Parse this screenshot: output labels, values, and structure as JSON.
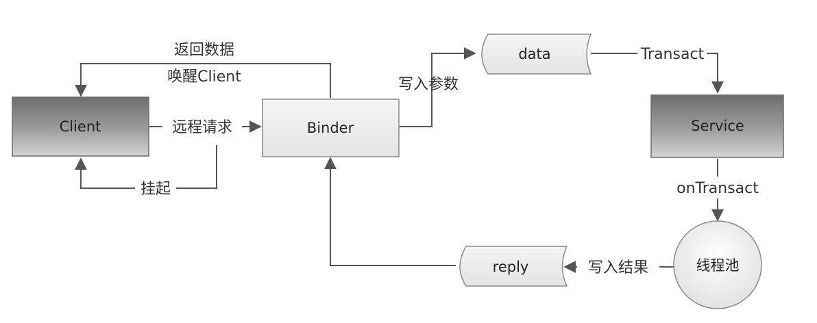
{
  "nodes": {
    "client": "Client",
    "binder": "Binder",
    "data": "data",
    "service": "Service",
    "reply": "reply",
    "thread_pool": "线程池"
  },
  "edges": {
    "return_data": "返回数据",
    "wake_client": "唤醒Client",
    "remote_request": "远程请求",
    "suspend": "挂起",
    "write_params": "写入参数",
    "transact": "Transact",
    "on_transact": "onTransact",
    "write_result": "写入结果"
  }
}
